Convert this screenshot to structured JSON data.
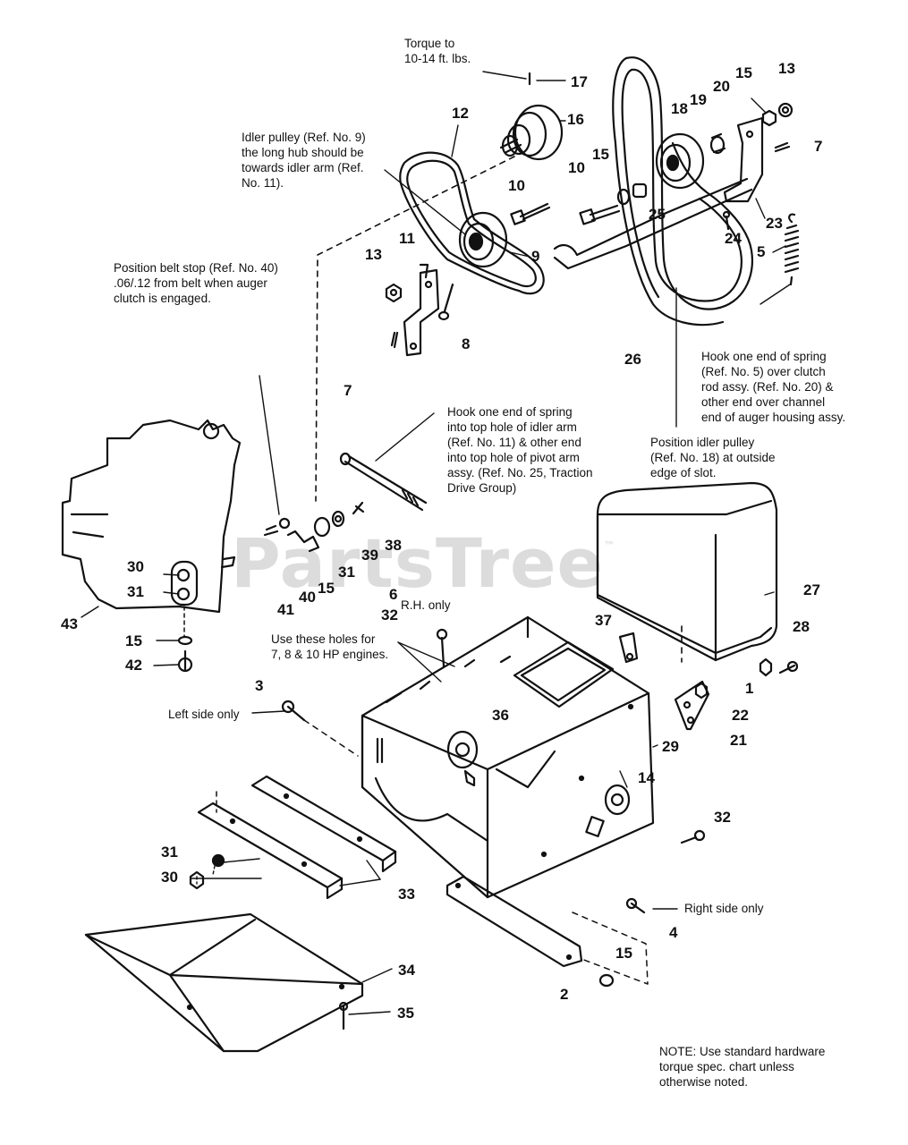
{
  "watermark": {
    "text": "PartsTree",
    "mark": "™"
  },
  "notes": {
    "torque": "Torque to\n10-14 ft. lbs.",
    "idler_pulley": "Idler pulley (Ref. No. 9)\nthe long hub should be\ntowards idler arm (Ref.\nNo. 11).",
    "belt_stop": "Position belt stop (Ref. No. 40)\n.06/.12 from belt when auger\nclutch is engaged.",
    "spring_idler": "Hook one end of spring\ninto top hole of idler arm\n(Ref. No. 11) & other end\ninto top hole of pivot arm\nassy. (Ref. No. 25, Traction\nDrive Group)",
    "spring_clutch": "Hook one end of spring\n(Ref. No. 5) over clutch\nrod assy. (Ref. No. 20) &\nother end over channel\nend of auger housing assy.",
    "idler18": "Position idler pulley\n(Ref. No. 18) at outside\nedge of slot.",
    "rh_only": "R.H. only",
    "holes": "Use these holes for\n7, 8 & 10 HP engines.",
    "left_side": "Left side only",
    "right_side": "Right side only",
    "hardware": "NOTE: Use standard hardware\ntorque spec. chart unless\notherwise noted."
  },
  "callouts": [
    "17",
    "16",
    "12",
    "15",
    "13",
    "20",
    "19",
    "18",
    "7",
    "10",
    "15",
    "10",
    "25",
    "23",
    "24",
    "9",
    "11",
    "13",
    "5",
    "8",
    "7",
    "26",
    "38",
    "39",
    "31",
    "15",
    "40",
    "41",
    "30",
    "31",
    "43",
    "15",
    "42",
    "6",
    "32",
    "37",
    "28",
    "27",
    "1",
    "22",
    "21",
    "29",
    "3",
    "36",
    "14",
    "32",
    "31",
    "30",
    "33",
    "4",
    "34",
    "35",
    "15",
    "2"
  ]
}
